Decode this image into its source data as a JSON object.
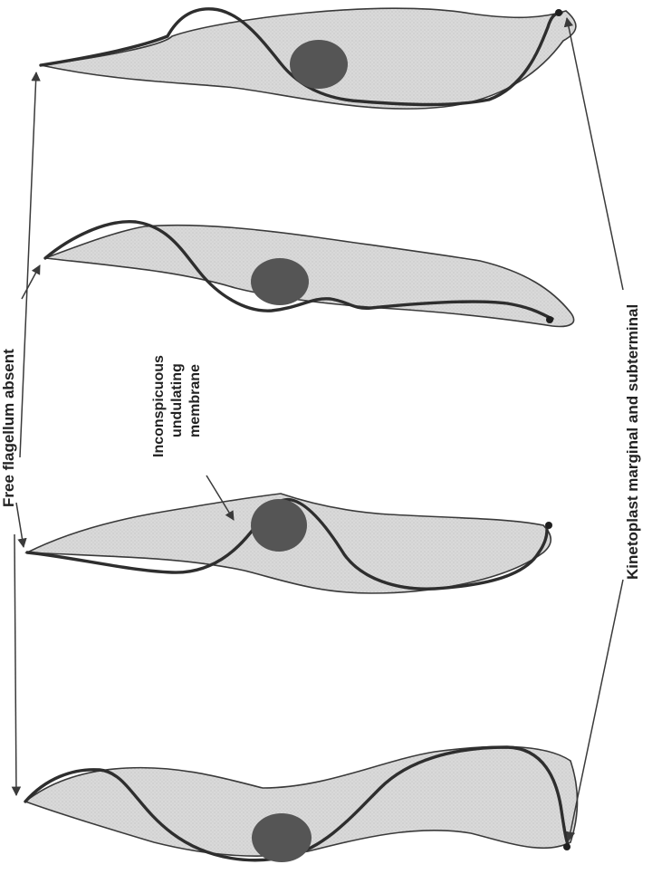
{
  "labels": {
    "free_flagellum": "Free flagellum absent",
    "undulating_membrane": [
      "Inconspicuous",
      "undulating",
      "membrane"
    ],
    "kinetoplast": "Kinetoplast marginal and subterminal"
  }
}
